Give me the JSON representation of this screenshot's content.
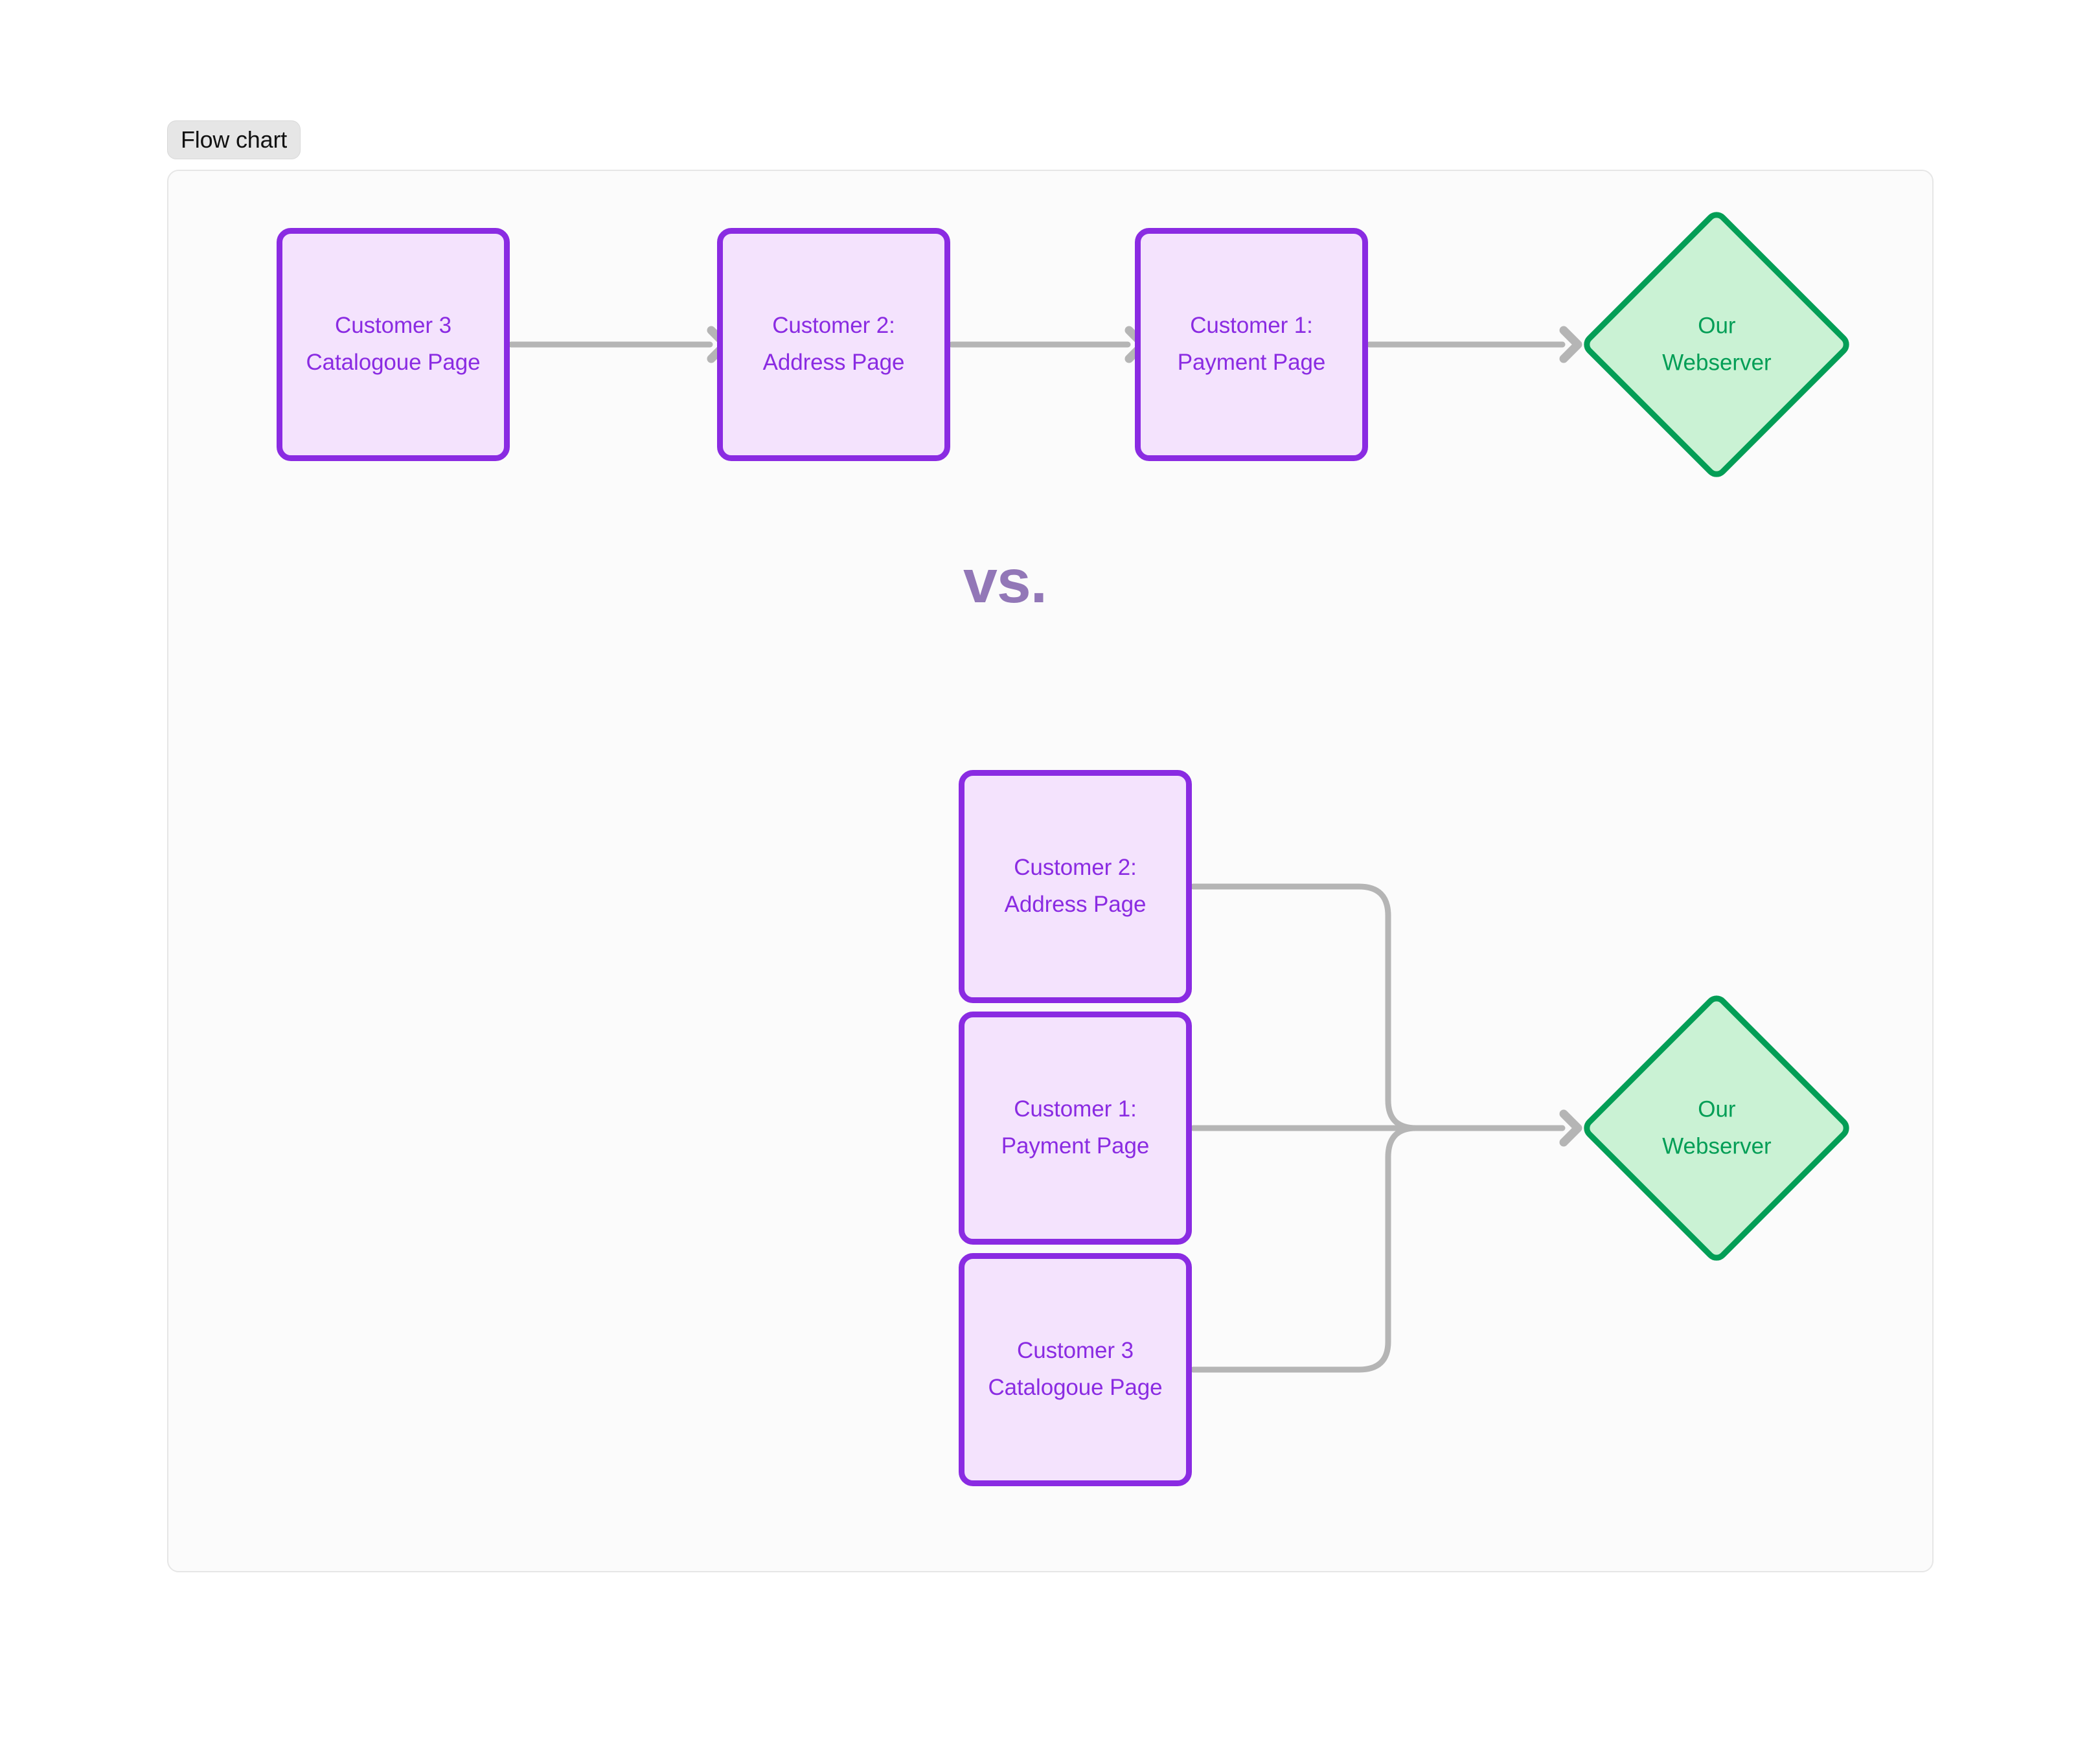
{
  "tab": {
    "label": "Flow chart"
  },
  "diagram": {
    "vs_label": "vs.",
    "colors": {
      "process_border": "#8a2be2",
      "process_fill": "#f4e3fd",
      "process_text": "#8a2be2",
      "decision_border": "#039e56",
      "decision_fill": "#caf2d4",
      "decision_text": "#039e56",
      "edge": "#b5b5b5",
      "vs_text": "#9277b7",
      "card_bg": "#fbfbfb",
      "card_border": "#e6e6e6",
      "chip_bg": "#e6e6e6"
    }
  },
  "chart_data": {
    "type": "flowchart",
    "title": "Flow chart",
    "annotations": [
      "vs."
    ],
    "variants": [
      {
        "name": "sequential",
        "layout": "horizontal-chain",
        "nodes": [
          {
            "id": "a1",
            "shape": "process",
            "line1": "Customer 3",
            "line2": "Catalogoue Page"
          },
          {
            "id": "a2",
            "shape": "process",
            "line1": "Customer 2:",
            "line2": "Address Page"
          },
          {
            "id": "a3",
            "shape": "process",
            "line1": "Customer 1:",
            "line2": "Payment Page"
          },
          {
            "id": "a4",
            "shape": "decision",
            "line1": "Our",
            "line2": "Webserver"
          }
        ],
        "edges": [
          {
            "from": "a1",
            "to": "a2",
            "style": "straight",
            "arrow": true
          },
          {
            "from": "a2",
            "to": "a3",
            "style": "straight",
            "arrow": true
          },
          {
            "from": "a3",
            "to": "a4",
            "style": "straight",
            "arrow": true
          }
        ]
      },
      {
        "name": "parallel",
        "layout": "fan-in",
        "nodes": [
          {
            "id": "b1",
            "shape": "process",
            "line1": "Customer 2:",
            "line2": "Address Page"
          },
          {
            "id": "b2",
            "shape": "process",
            "line1": "Customer 1:",
            "line2": "Payment Page"
          },
          {
            "id": "b3",
            "shape": "process",
            "line1": "Customer 3",
            "line2": "Catalogoue Page"
          },
          {
            "id": "b4",
            "shape": "decision",
            "line1": "Our",
            "line2": "Webserver"
          }
        ],
        "edges": [
          {
            "from": "b1",
            "to": "b4",
            "style": "orthogonal",
            "arrow": true
          },
          {
            "from": "b2",
            "to": "b4",
            "style": "straight",
            "arrow": true
          },
          {
            "from": "b3",
            "to": "b4",
            "style": "orthogonal",
            "arrow": true
          }
        ]
      }
    ]
  }
}
